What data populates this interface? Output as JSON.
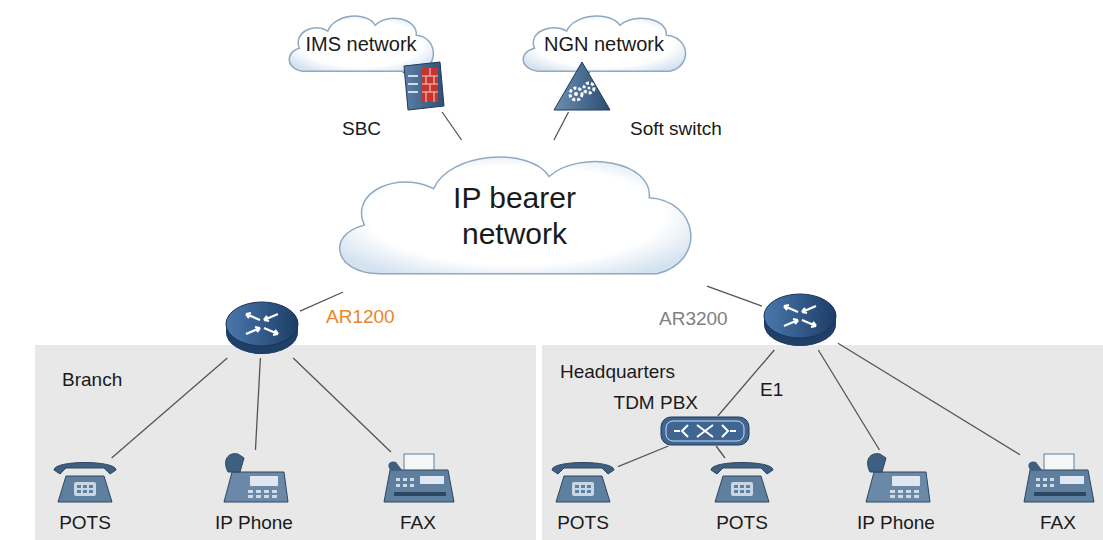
{
  "diagram": {
    "nodes": [
      {
        "text": [
          "IMS network"
        ]
      },
      {
        "text": [
          "NGN network"
        ]
      },
      {
        "text": [
          "SBC"
        ]
      },
      {
        "text": [
          "Soft switch"
        ]
      },
      {
        "text": [
          "IP bearer network"
        ]
      },
      {
        "text": [
          "AR1200"
        ]
      },
      {
        "text": [
          "AR3200"
        ]
      },
      {
        "text": [
          "Branch"
        ]
      },
      {
        "text": [
          "Headquarters"
        ]
      },
      {
        "text": [
          "TDM PBX"
        ],
        "in": 8
      },
      {
        "text": [
          "POTS"
        ],
        "in": 7
      },
      {
        "text": [
          "IP Phone"
        ],
        "in": 7
      },
      {
        "text": [
          "FAX"
        ],
        "in": 7
      },
      {
        "text": [
          "POTS"
        ],
        "in": 8
      },
      {
        "text": [
          "POTS"
        ],
        "in": 8
      },
      {
        "text": [
          "IP Phone"
        ],
        "in": 8
      },
      {
        "text": [
          "FAX"
        ],
        "in": 8
      }
    ],
    "edges": [
      {
        "from": 0,
        "to": 2,
        "arrow": "none"
      },
      {
        "from": 1,
        "to": 3,
        "arrow": "none"
      },
      {
        "from": 2,
        "to": 4,
        "arrow": "none"
      },
      {
        "from": 3,
        "to": 4,
        "arrow": "none"
      },
      {
        "from": 4,
        "to": 5,
        "arrow": "none"
      },
      {
        "from": 4,
        "to": 6,
        "arrow": "none"
      },
      {
        "from": 5,
        "to": 10,
        "arrow": "none"
      },
      {
        "from": 5,
        "to": 11,
        "arrow": "none"
      },
      {
        "from": 5,
        "to": 12,
        "arrow": "none"
      },
      {
        "from": 6,
        "to": 9,
        "label": "E1",
        "arrow": "none"
      },
      {
        "from": 9,
        "to": 13,
        "arrow": "none"
      },
      {
        "from": 9,
        "to": 14,
        "arrow": "none"
      },
      {
        "from": 6,
        "to": 15,
        "arrow": "none"
      },
      {
        "from": 6,
        "to": 16,
        "arrow": "none"
      }
    ]
  }
}
